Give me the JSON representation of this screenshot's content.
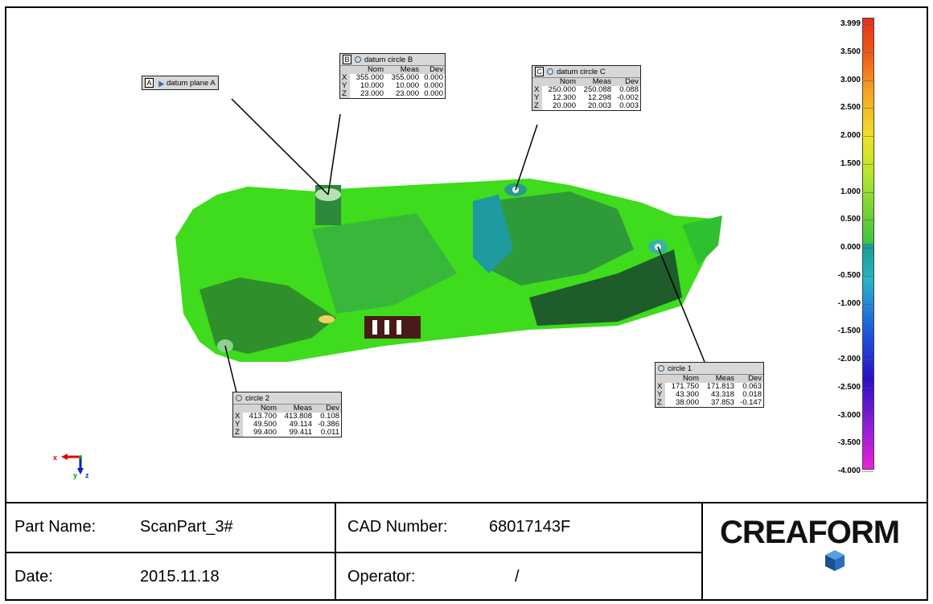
{
  "color_scale": {
    "ticks": [
      "3.999",
      "3.500",
      "3.000",
      "2.500",
      "2.000",
      "1.500",
      "1.000",
      "0.500",
      "0.000",
      "-0.500",
      "-1.000",
      "-1.500",
      "-2.000",
      "-2.500",
      "-3.000",
      "-3.500",
      "-4.000"
    ]
  },
  "callouts": {
    "datum_plane_a": {
      "letter": "A",
      "title": "datum plane A"
    },
    "datum_circle_b": {
      "letter": "B",
      "title": "datum circle B",
      "headers": [
        "Nom",
        "Meas",
        "Dev"
      ],
      "rows": [
        {
          "axis": "X",
          "nom": "355.000",
          "meas": "355.000",
          "dev": "0.000"
        },
        {
          "axis": "Y",
          "nom": "10.000",
          "meas": "10.000",
          "dev": "0.000"
        },
        {
          "axis": "Z",
          "nom": "23.000",
          "meas": "23.000",
          "dev": "0.000"
        }
      ]
    },
    "datum_circle_c": {
      "letter": "C",
      "title": "datum circle C",
      "headers": [
        "Nom",
        "Meas",
        "Dev"
      ],
      "rows": [
        {
          "axis": "X",
          "nom": "250.000",
          "meas": "250.088",
          "dev": "0.088"
        },
        {
          "axis": "Y",
          "nom": "12.300",
          "meas": "12.298",
          "dev": "-0.002"
        },
        {
          "axis": "Z",
          "nom": "20.000",
          "meas": "20.003",
          "dev": "0.003"
        }
      ]
    },
    "circle_1": {
      "title": "circle 1",
      "headers": [
        "Nom",
        "Meas",
        "Dev"
      ],
      "rows": [
        {
          "axis": "X",
          "nom": "171.750",
          "meas": "171.813",
          "dev": "0.063"
        },
        {
          "axis": "Y",
          "nom": "43.300",
          "meas": "43.318",
          "dev": "0.018"
        },
        {
          "axis": "Z",
          "nom": "38.000",
          "meas": "37.853",
          "dev": "-0.147"
        }
      ]
    },
    "circle_2": {
      "title": "circle 2",
      "headers": [
        "Nom",
        "Meas",
        "Dev"
      ],
      "rows": [
        {
          "axis": "X",
          "nom": "413.700",
          "meas": "413.808",
          "dev": "0.108"
        },
        {
          "axis": "Y",
          "nom": "49.500",
          "meas": "49.114",
          "dev": "-0.386"
        },
        {
          "axis": "Z",
          "nom": "99.400",
          "meas": "99.411",
          "dev": "0.011"
        }
      ]
    }
  },
  "triad": {
    "x": "x",
    "y": "y",
    "z": "z"
  },
  "footer": {
    "part_name_label": "Part Name:",
    "part_name_value": "ScanPart_3#",
    "cad_number_label": "CAD Number:",
    "cad_number_value": "68017143F",
    "date_label": "Date:",
    "date_value": "2015.11.18",
    "operator_label": "Operator:",
    "operator_value": "/",
    "logo_text": "CREAFORM"
  },
  "colors": {
    "part_green": "#3edc1c",
    "part_dark": "#1f6a28",
    "leader": "#000000"
  },
  "icons": [
    "datum-plane-icon",
    "circle-feature-icon",
    "axis-triad-icon",
    "creaform-cube-icon"
  ]
}
